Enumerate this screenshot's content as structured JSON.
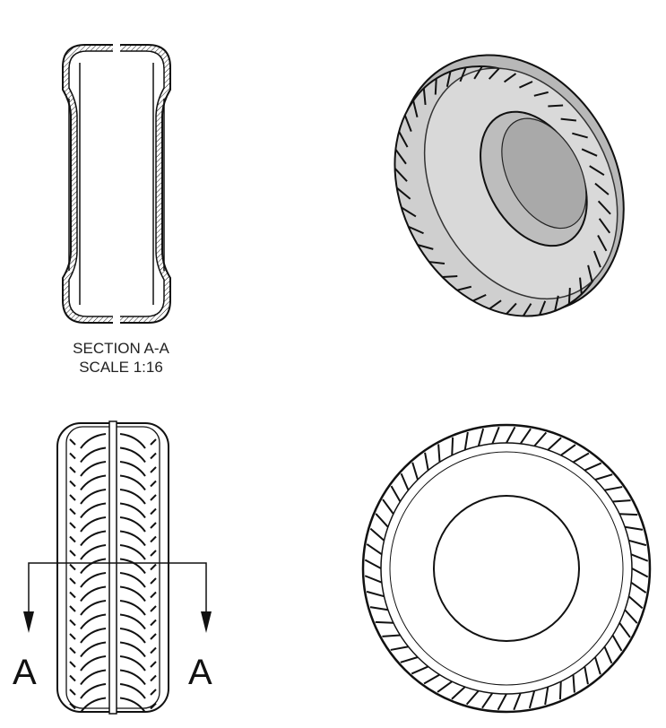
{
  "section_view": {
    "title": "SECTION A-A",
    "scale": "SCALE 1:16"
  },
  "front_view": {
    "cut_line_labels": [
      "A",
      "A"
    ]
  },
  "colors": {
    "line": "#111111",
    "tire_shade": "#c9c9c9",
    "background": "#ffffff"
  }
}
